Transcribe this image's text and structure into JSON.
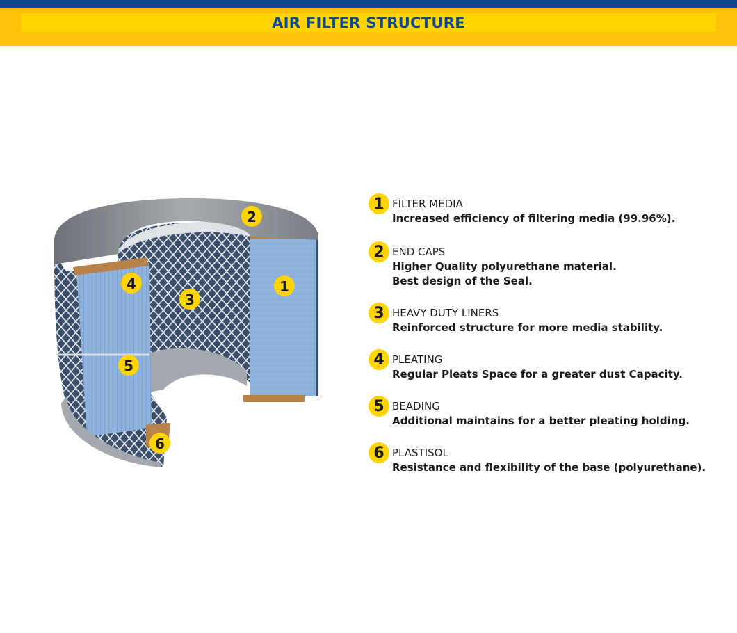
{
  "header": {
    "title": "AIR FILTER STRUCTURE",
    "stripe_color": "#0c4a8c",
    "band_color": "#ffc107",
    "inner_band_color": "#ffd400",
    "title_color": "#0d4a8d"
  },
  "diagram": {
    "subject": "cutaway-cylindrical-air-filter",
    "markers": [
      "1",
      "2",
      "3",
      "4",
      "5",
      "6"
    ],
    "marker_color": "#ffd400",
    "media_color": "#8fb3dc",
    "cap_color": "#8d9196",
    "seal_color": "#b8834b"
  },
  "legend": {
    "items": [
      {
        "number": "1",
        "title": "FILTER MEDIA",
        "lines": [
          "Increased efficiency of filtering media  (99.96%)."
        ]
      },
      {
        "number": "2",
        "title": "END CAPS",
        "lines": [
          "Higher Quality polyurethane material.",
          "Best design of the Seal."
        ]
      },
      {
        "number": "3",
        "title": "HEAVY DUTY LINERS",
        "lines": [
          "Reinforced structure for more media stability."
        ]
      },
      {
        "number": "4",
        "title": "PLEATING",
        "lines": [
          "Regular Pleats Space for a greater dust Capacity."
        ]
      },
      {
        "number": "5",
        "title": "BEADING",
        "lines": [
          "Additional maintains for a better pleating holding."
        ]
      },
      {
        "number": "6",
        "title": "PLASTISOL",
        "lines": [
          "Resistance and flexibility of the base (polyurethane)."
        ]
      }
    ]
  }
}
